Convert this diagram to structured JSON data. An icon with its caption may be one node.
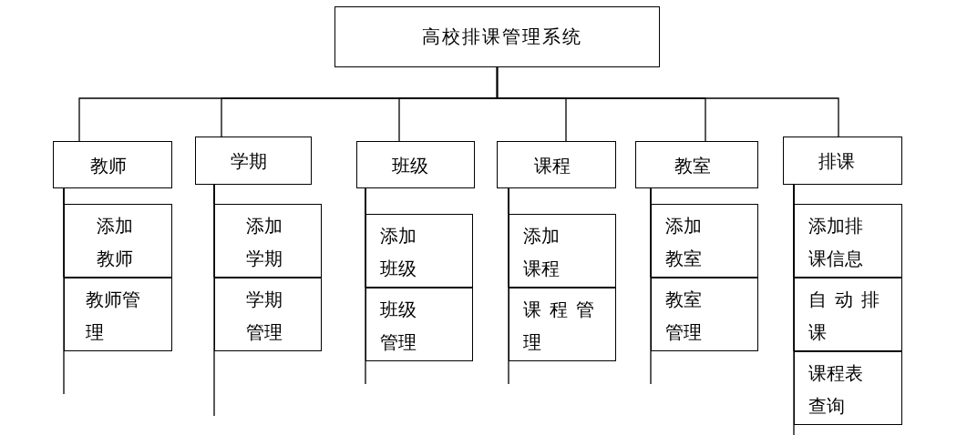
{
  "diagram": {
    "nodes": [
      {
        "text": [
          "高校排课管理系统"
        ]
      },
      {
        "text": [
          "教师"
        ]
      },
      {
        "text": [
          "学期"
        ]
      },
      {
        "text": [
          "班级"
        ]
      },
      {
        "text": [
          "课程"
        ]
      },
      {
        "text": [
          "教室"
        ]
      },
      {
        "text": [
          "排课"
        ]
      },
      {
        "text": [
          "添加教师"
        ]
      },
      {
        "text": [
          "教师管理"
        ]
      },
      {
        "text": [
          "添加学期"
        ]
      },
      {
        "text": [
          "学期管理"
        ]
      },
      {
        "text": [
          "添加班级"
        ]
      },
      {
        "text": [
          "班级管理"
        ]
      },
      {
        "text": [
          "添加课程"
        ]
      },
      {
        "text": [
          "课程管理"
        ]
      },
      {
        "text": [
          "添加教室"
        ]
      },
      {
        "text": [
          "教室管理"
        ]
      },
      {
        "text": [
          "添加排课信息"
        ]
      },
      {
        "text": [
          "自动排课"
        ]
      },
      {
        "text": [
          "课程表查询"
        ]
      }
    ],
    "edges": [
      {
        "from": 0,
        "to": 1,
        "arrow": "none"
      },
      {
        "from": 0,
        "to": 2,
        "arrow": "none"
      },
      {
        "from": 0,
        "to": 3,
        "arrow": "none"
      },
      {
        "from": 0,
        "to": 4,
        "arrow": "none"
      },
      {
        "from": 0,
        "to": 5,
        "arrow": "none"
      },
      {
        "from": 0,
        "to": 6,
        "arrow": "none"
      },
      {
        "from": 1,
        "to": 7,
        "arrow": "none"
      },
      {
        "from": 1,
        "to": 8,
        "arrow": "none"
      },
      {
        "from": 2,
        "to": 9,
        "arrow": "none"
      },
      {
        "from": 2,
        "to": 10,
        "arrow": "none"
      },
      {
        "from": 3,
        "to": 11,
        "arrow": "none"
      },
      {
        "from": 3,
        "to": 12,
        "arrow": "none"
      },
      {
        "from": 4,
        "to": 13,
        "arrow": "none"
      },
      {
        "from": 4,
        "to": 14,
        "arrow": "none"
      },
      {
        "from": 5,
        "to": 15,
        "arrow": "none"
      },
      {
        "from": 5,
        "to": 16,
        "arrow": "none"
      },
      {
        "from": 6,
        "to": 17,
        "arrow": "none"
      },
      {
        "from": 6,
        "to": 18,
        "arrow": "none"
      },
      {
        "from": 6,
        "to": 19,
        "arrow": "none"
      }
    ]
  }
}
